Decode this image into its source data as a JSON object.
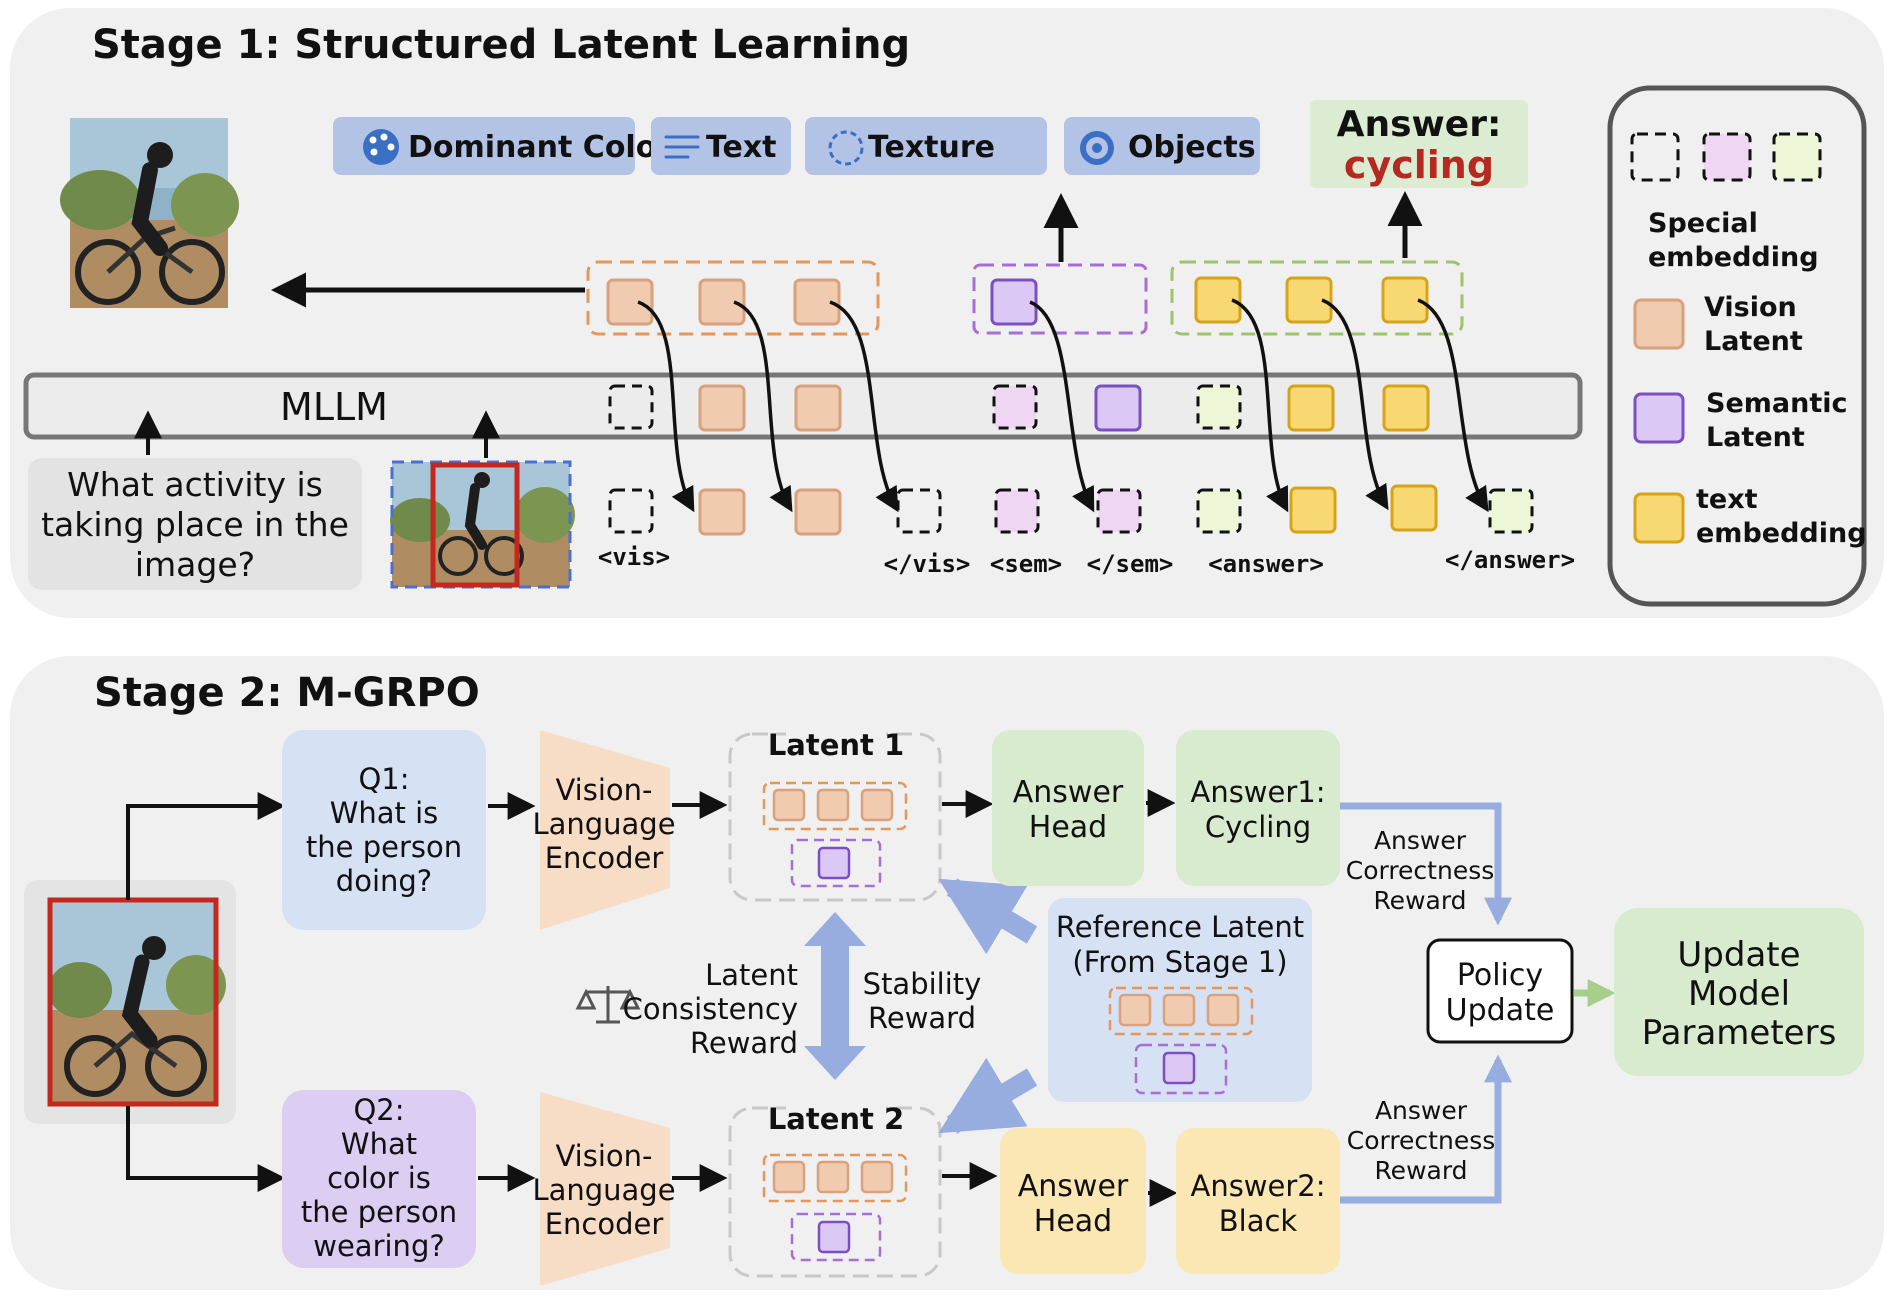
{
  "stage1": {
    "title": "Stage 1: Structured Latent Learning",
    "question_lines": [
      "What activity is",
      "taking place in the",
      "image?"
    ],
    "mllm_label": "MLLM",
    "attributes": [
      "Dominant Color",
      "Text",
      "Texture",
      "Objects"
    ],
    "answer_label": "Answer:",
    "answer_value": "cycling",
    "tokens": [
      "<vis>",
      "</vis>",
      "<sem>",
      "</sem>",
      "<answer>",
      "</answer>"
    ]
  },
  "legend": {
    "special": [
      "Special",
      "embedding"
    ],
    "vision": [
      "Vision",
      "Latent"
    ],
    "semantic": [
      "Semantic",
      "Latent"
    ],
    "text": [
      "text",
      "embedding"
    ]
  },
  "stage2": {
    "title": "Stage 2: M-GRPO",
    "q1_lines": [
      "Q1:",
      "What is",
      "the person",
      "doing?"
    ],
    "q2_lines": [
      "Q2:",
      "What",
      "color is",
      "the person",
      "wearing?"
    ],
    "encoder_lines": [
      "Vision-",
      "Language",
      "Encoder"
    ],
    "latent1": "Latent 1",
    "latent2": "Latent 2",
    "answer_head_lines": [
      "Answer",
      "Head"
    ],
    "answer1_lines": [
      "Answer1:",
      "Cycling"
    ],
    "answer2_lines": [
      "Answer2:",
      "Black"
    ],
    "reward_lines": [
      "Answer",
      "Correctness",
      "Reward"
    ],
    "consistency_lines": [
      "Latent",
      "Consistency",
      "Reward"
    ],
    "stability_lines": [
      "Stability",
      "Reward"
    ],
    "reference_lines": [
      "Reference Latent",
      "(From Stage 1)"
    ],
    "policy_lines": [
      "Policy",
      "Update"
    ],
    "update_lines": [
      "Update",
      "Model",
      "Parameters"
    ]
  },
  "colors": {
    "vision": "#f0cbb0",
    "vision_stroke": "#d9a27f",
    "semantic": "#dcc8f4",
    "semantic_stroke": "#7b4fc4",
    "text": "#f7d873",
    "text_stroke": "#d7a31a",
    "special_pink": "#efd6f2",
    "special_green": "#eef6d8",
    "attribute": "#b3c3e6",
    "answer_bg": "#dcecd2",
    "answer_red": "#b52a20",
    "q1": "#d6e1f3",
    "q2": "#dccdf3",
    "encoder": "#f7dcc6",
    "green_box": "#d8ebcf",
    "yellow_box": "#fae7b3",
    "flow_blue": "#97addf"
  },
  "icons": {
    "dominant_color": "palette-icon",
    "text": "lines-icon",
    "texture": "dashed-circle-icon",
    "objects": "target-icon",
    "consistency": "balance-scale-icon"
  }
}
